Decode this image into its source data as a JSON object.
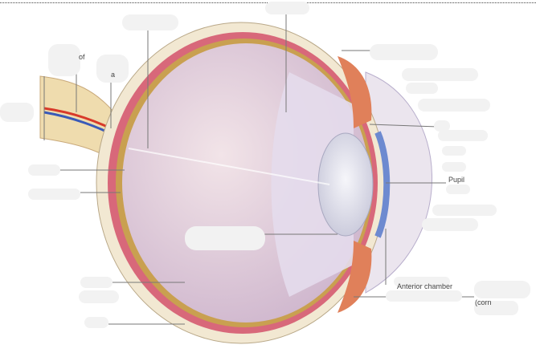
{
  "diagram": {
    "visible_labels": {
      "pupil": "Pupil",
      "anterior_chamber": "Anterior chamber",
      "cornea_partial": "(corn",
      "of_fragment": "of",
      "a_fragment": "a"
    },
    "colors": {
      "sclera": "#f2e8d2",
      "choroid": "#d8687a",
      "retina": "#c9a050",
      "vitreous": "#e6d6e2",
      "lens": "#e8e8f0",
      "iris_muscle": "#e0805a",
      "cornea": "#e8e2ec",
      "artery": "#d83a2a",
      "vein": "#3a5ab8",
      "label_mask": "#f2f2f2"
    }
  }
}
